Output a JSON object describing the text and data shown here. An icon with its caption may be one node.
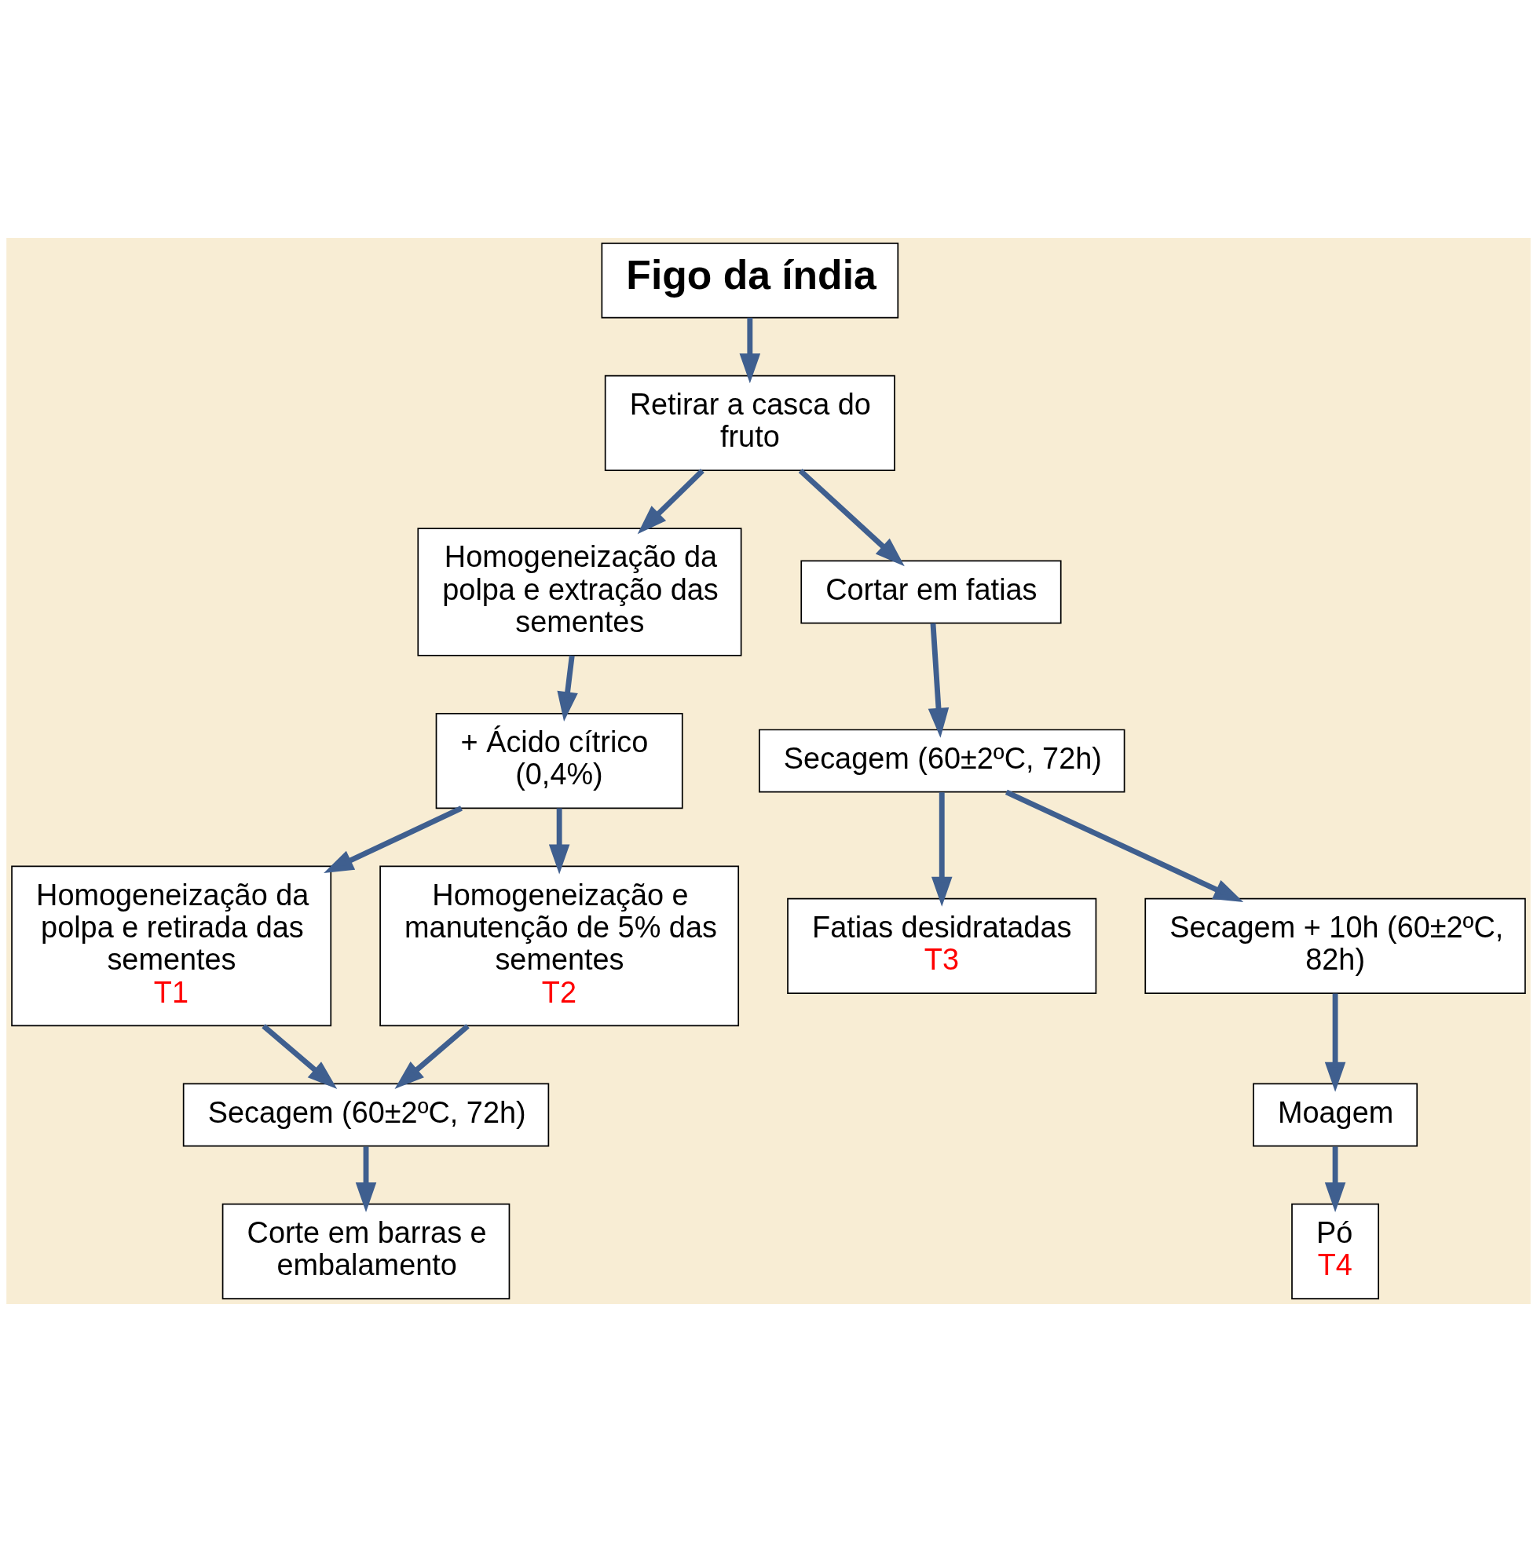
{
  "diagram": {
    "nodes": [
      {
        "text": [
          "Figo da índia"
        ]
      },
      {
        "text": [
          "Retirar a casca do fruto"
        ]
      },
      {
        "text": [
          "Homogeneização da polpa e extração das sementes"
        ]
      },
      {
        "text": [
          "Cortar em fatias"
        ]
      },
      {
        "text": [
          "+ Ácido cítrico  (0,4%)"
        ]
      },
      {
        "text": [
          "Secagem (60±2ºC, 72h)"
        ]
      },
      {
        "text": [
          "Homogeneização da polpa e retirada das sementes",
          "T1"
        ]
      },
      {
        "text": [
          "Homogeneização e manutenção de 5% das sementes",
          "T2"
        ]
      },
      {
        "text": [
          "Fatias desidratadas",
          "T3"
        ]
      },
      {
        "text": [
          "Secagem + 10h (60±2ºC, 82h)"
        ]
      },
      {
        "text": [
          "Secagem (60±2ºC, 72h)"
        ]
      },
      {
        "text": [
          "Moagem"
        ]
      },
      {
        "text": [
          "Corte em barras e embalamento"
        ]
      },
      {
        "text": [
          "Pó",
          "T4"
        ]
      }
    ],
    "edges": [
      {
        "from": 0,
        "to": 1,
        "arrow": "to"
      },
      {
        "from": 1,
        "to": 2,
        "arrow": "to"
      },
      {
        "from": 1,
        "to": 3,
        "arrow": "to"
      },
      {
        "from": 2,
        "to": 4,
        "arrow": "to"
      },
      {
        "from": 3,
        "to": 5,
        "arrow": "to"
      },
      {
        "from": 4,
        "to": 6,
        "arrow": "to"
      },
      {
        "from": 4,
        "to": 7,
        "arrow": "to"
      },
      {
        "from": 5,
        "to": 8,
        "arrow": "to"
      },
      {
        "from": 5,
        "to": 9,
        "arrow": "to"
      },
      {
        "from": 6,
        "to": 10,
        "arrow": "to"
      },
      {
        "from": 7,
        "to": 10,
        "arrow": "to"
      },
      {
        "from": 9,
        "to": 11,
        "arrow": "to"
      },
      {
        "from": 10,
        "to": 12,
        "arrow": "to"
      },
      {
        "from": 11,
        "to": 13,
        "arrow": "to"
      }
    ]
  }
}
